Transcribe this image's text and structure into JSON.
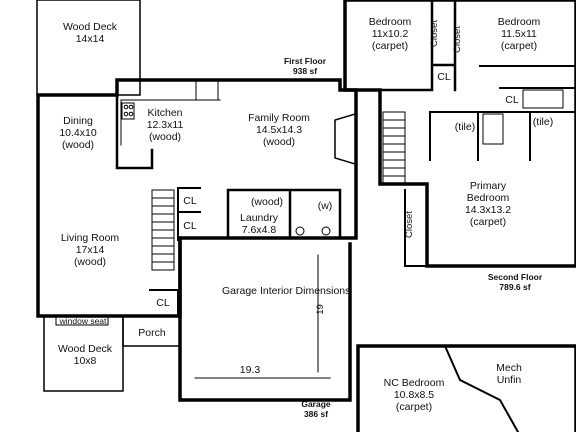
{
  "rooms": {
    "wood_deck_top": {
      "name": "Wood Deck",
      "dims": "14x14"
    },
    "dining": {
      "name": "Dining",
      "dims": "10.4x10",
      "floor": "(wood)"
    },
    "kitchen": {
      "name": "Kitchen",
      "dims": "12.3x11",
      "floor": "(wood)"
    },
    "family_room": {
      "name": "Family Room",
      "dims": "14.5x14.3",
      "floor": "(wood)"
    },
    "living_room": {
      "name": "Living Room",
      "dims": "17x14",
      "floor": "(wood)"
    },
    "laundry": {
      "name": "Laundry",
      "dims": "7.6x4.8",
      "floor": "(wood)"
    },
    "laundry_w": "(w)",
    "garage": {
      "name": "Garage Interior Dimensions",
      "width": "19.3",
      "depth": "19"
    },
    "porch": "Porch",
    "window_seat": "window seat",
    "wood_deck_bottom": {
      "name": "Wood Deck",
      "dims": "10x8"
    },
    "bedroom_left": {
      "name": "Bedroom",
      "dims": "11x10.2",
      "floor": "(carpet)"
    },
    "bedroom_right": {
      "name": "Bedroom",
      "dims": "11.5x11",
      "floor": "(carpet)"
    },
    "primary_bedroom": {
      "name": "Primary Bedroom",
      "dims": "14.3x13.2",
      "floor": "(carpet)"
    },
    "bath_tile_left": "(tile)",
    "bath_tile_right": "(tile)",
    "closet_a": "Closet",
    "closet_b": "Closet",
    "closet_c": "Closet",
    "cl_labels": [
      "CL",
      "CL",
      "CL",
      "CL",
      "CL"
    ],
    "nc_bedroom": {
      "name": "NC Bedroom",
      "dims": "10.8x8.5",
      "floor": "(carpet)"
    },
    "mech": {
      "name": "Mech",
      "sub": "Unfin"
    }
  },
  "floors": {
    "first": {
      "name": "First Floor",
      "area": "938 sf"
    },
    "second": {
      "name": "Second Floor",
      "area": "789.6 sf"
    },
    "garage": {
      "name": "Garage",
      "area": "386 sf"
    }
  }
}
